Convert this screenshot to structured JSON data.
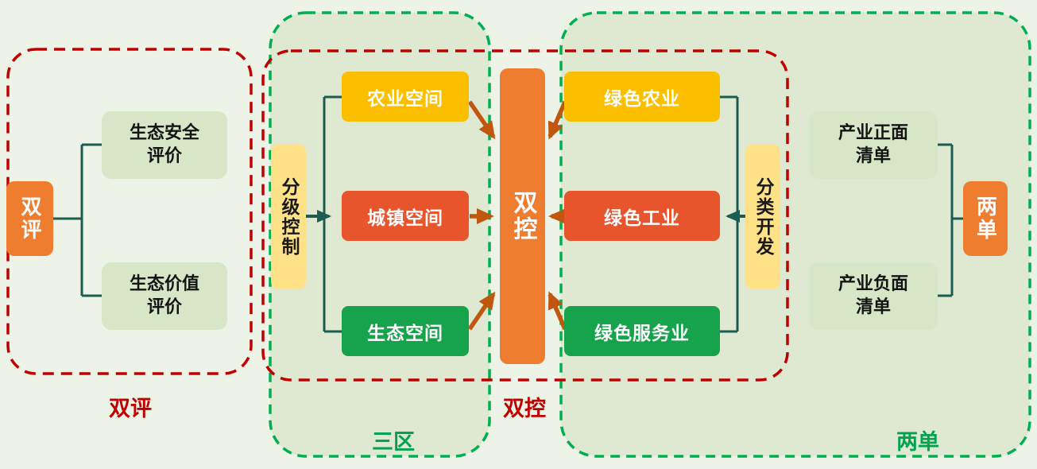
{
  "canvas": {
    "bg": "#eef3e7"
  },
  "palette": {
    "orange_hub": "#ee7d2f",
    "amber_box": "#fcbf00",
    "red_orange_box": "#e8542c",
    "green_box": "#17a24c",
    "light_green_box": "#d6e6c6",
    "light_yellow_box": "#ffe188",
    "connector_line": "#1d5c50",
    "arrow": "#c1570f",
    "red_dashed_border": "#c00000",
    "green_dashed_border": "#00b050",
    "zone_fill": "#dfe9d2",
    "caption_red": "#c00000",
    "caption_green": "#00a350"
  },
  "left_group": {
    "caption": "双评",
    "hub": "双评",
    "items": [
      {
        "label": "生态安全\n评价"
      },
      {
        "label": "生态价值\n评价"
      }
    ]
  },
  "three_zones_group": {
    "caption": "三区",
    "control": "分级控制",
    "items": [
      {
        "label": "农业空间"
      },
      {
        "label": "城镇空间"
      },
      {
        "label": "生态空间"
      }
    ]
  },
  "dual_control_group": {
    "caption": "双控",
    "hub": "双控"
  },
  "two_lists_group": {
    "caption": "两单",
    "control": "分类开发",
    "industries": [
      {
        "label": "绿色农业"
      },
      {
        "label": "绿色工业"
      },
      {
        "label": "绿色服务业"
      }
    ],
    "lists": [
      {
        "label": "产业正面\n清单"
      },
      {
        "label": "产业负面\n清单"
      }
    ],
    "hub": "两单"
  }
}
